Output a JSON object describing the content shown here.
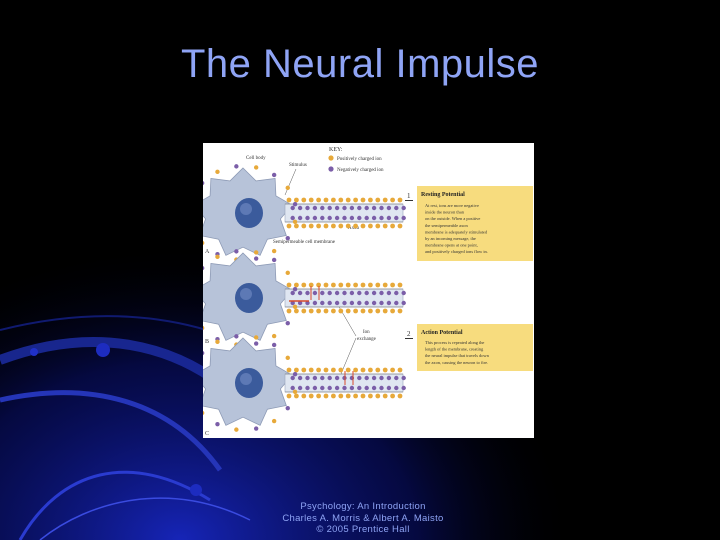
{
  "slide": {
    "title": "The Neural Impulse"
  },
  "figure": {
    "key_title": "KEY:",
    "key_positive": "Positively charged ion",
    "key_negative": "Negatively charged ion",
    "label_cell_body": "Cell body",
    "label_stimulus": "Stimulus",
    "label_axon": "Axon",
    "label_membrane": "Semipermeable cell membrane",
    "label_ion_exchange_1": "Ion",
    "label_ion_exchange_2": "exchange",
    "panel_a": "A",
    "panel_b": "B",
    "panel_c": "C",
    "box1_number": "1",
    "box1_title": "Resting Potential",
    "box1_lines": [
      "At rest, ions are more negative",
      "inside the neuron than",
      "on the outside. When a positive",
      "the semipermeable axon",
      "membrane is adequately stimulated",
      "by an incoming message, the",
      "membrane opens at one point,",
      "and positively charged ions flow in."
    ],
    "box2_number": "2",
    "box2_title": "Action Potential",
    "box2_lines": [
      "This process is repeated along the",
      "length of the membrane, creating",
      "the neural impulse that travels down",
      "the axon, causing the neuron to fire."
    ]
  },
  "footer": {
    "line1": "Psychology: An Introduction",
    "line2": "Charles A. Morris & Albert A. Maisto",
    "line3": "© 2005 Prentice Hall"
  },
  "colors": {
    "title": "#8fa4f5",
    "positive_ion": "#e7a93a",
    "negative_ion": "#7b5ea8",
    "info_box": "#f7dc7e",
    "cell": "#b7c3d9",
    "nucleus": "#3b5b9c"
  }
}
